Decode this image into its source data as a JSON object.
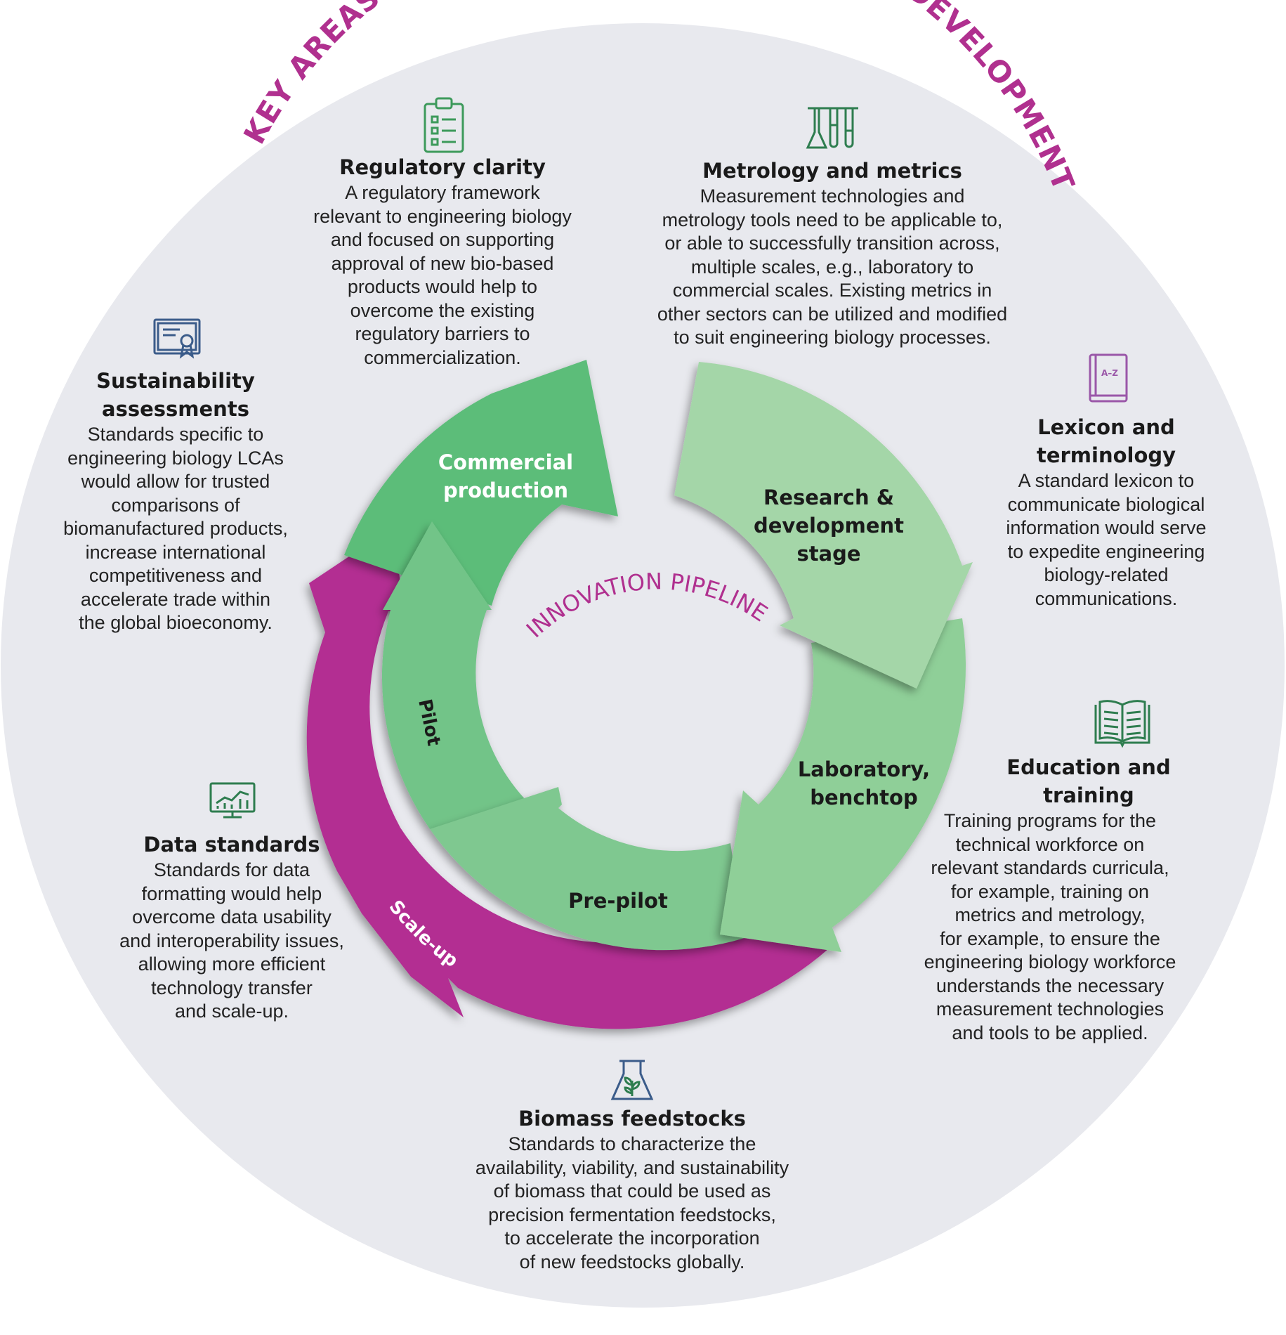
{
  "title": "KEY AREAS FOR STANDARDS AND METRICS DEVELOPMENT",
  "center_label": "INNOVATION PIPELINE",
  "stages": {
    "research": "Research &\ndevelopment\nstage",
    "laboratory": "Laboratory,\nbenchtop",
    "prepilot": "Pre-pilot",
    "pilot": "Pilot",
    "commercial": "Commercial\nproduction",
    "scaleup": "Scale-up"
  },
  "areas": {
    "regulatory": {
      "icon": "clipboard-icon",
      "title": "Regulatory clarity",
      "text": "A regulatory framework\nrelevant to engineering biology\nand focused on supporting\napproval of new bio-based\nproducts would help to\novercome the existing\nregulatory barriers to\ncommercialization."
    },
    "metrology": {
      "icon": "test-tubes-icon",
      "title": "Metrology and metrics",
      "text": "Measurement technologies and\nmetrology tools need to be applicable to,\nor able to successfully transition across,\nmultiple scales, e.g., laboratory to\ncommercial scales. Existing metrics in\nother sectors can be utilized and modified\nto suit engineering biology processes."
    },
    "lexicon": {
      "icon": "a-z-book-icon",
      "icon_text": "A–Z",
      "title": "Lexicon and\nterminology",
      "text": "A standard lexicon to\ncommunicate biological\ninformation would serve\nto expedite engineering\nbiology-related\ncommunications."
    },
    "education": {
      "icon": "open-book-icon",
      "title": "Education and\ntraining",
      "text": "Training programs for the\ntechnical workforce on\nrelevant standards curricula,\nfor example, training on\nmetrics and metrology,\nfor example, to ensure the\nengineering biology workforce\nunderstands the necessary\nmeasurement technologies\nand tools to be applied."
    },
    "biomass": {
      "icon": "flask-plant-icon",
      "title": "Biomass feedstocks",
      "text": "Standards to characterize the\navailability, viability, and sustainability\nof biomass that could be used as\nprecision fermentation feedstocks,\nto accelerate the incorporation\nof new feedstocks globally."
    },
    "data": {
      "icon": "monitor-chart-icon",
      "title": "Data standards",
      "text": "Standards for data\nformatting would help\novercome data usability\nand interoperability issues,\nallowing more efficient\ntechnology transfer\nand scale-up."
    },
    "sustainability": {
      "icon": "certificate-icon",
      "title": "Sustainability\nassessments",
      "text": "Standards specific to\nengineering biology LCAs\nwould allow for trusted\ncomparisons of\nbiomanufactured products,\nincrease international\ncompetitiveness and\naccelerate trade within\nthe global bioeconomy."
    }
  },
  "colors": {
    "background_circle": "#e8e9ee",
    "title_magenta": "#b0308f",
    "arrow_magenta": "#b32e92",
    "green_dark": "#5bbd79",
    "green_mid": "#72c488",
    "green_light": "#8fcf98",
    "green_lightest": "#a4d6a8",
    "icon_green": "#2e8b57",
    "icon_blue": "#3b5c8a",
    "icon_purple": "#9a57a8"
  }
}
